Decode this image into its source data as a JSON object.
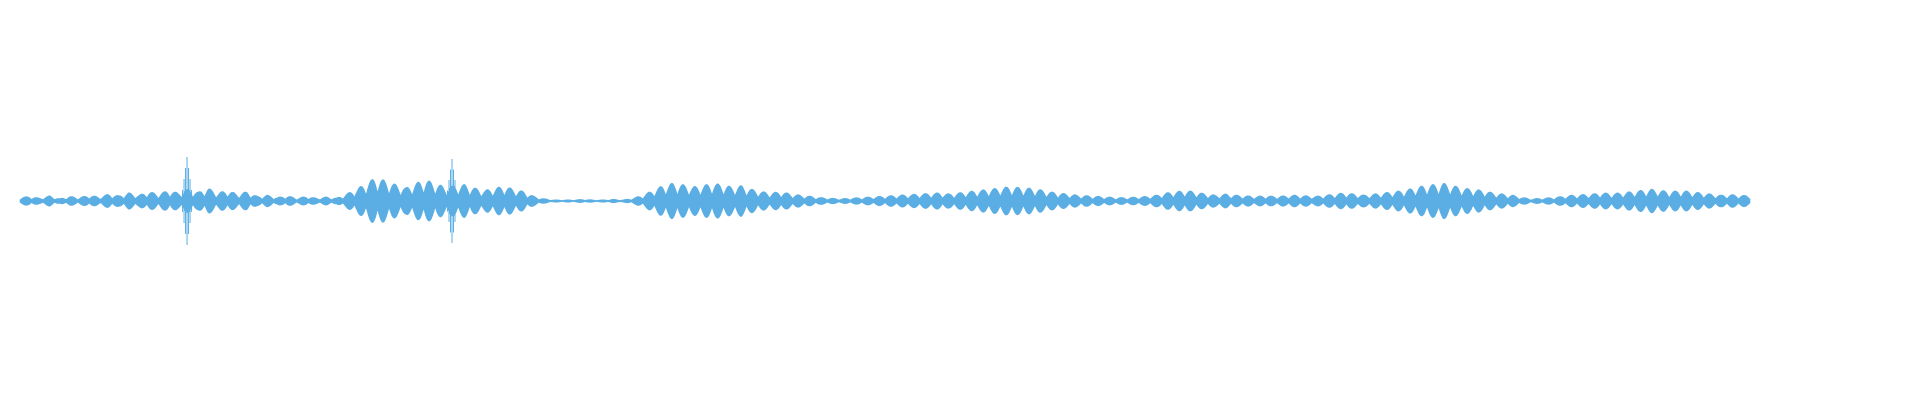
{
  "waveform": {
    "color": "#5aaee3",
    "background": "#ffffff",
    "transient_peaks": [
      {
        "t": 0.087,
        "amplitude": 0.88
      },
      {
        "t": 0.225,
        "amplitude": 0.84
      }
    ],
    "envelope_samples": [
      0.06,
      0.08,
      0.05,
      0.09,
      0.04,
      0.08,
      0.06,
      0.1,
      0.07,
      0.12,
      0.09,
      0.14,
      0.1,
      0.16,
      0.12,
      0.18,
      0.14,
      0.2,
      0.15,
      0.22,
      0.14,
      0.18,
      0.12,
      0.16,
      0.08,
      0.1,
      0.06,
      0.09,
      0.05,
      0.08,
      0.05,
      0.07,
      0.05,
      0.12,
      0.2,
      0.3,
      0.4,
      0.34,
      0.28,
      0.22,
      0.3,
      0.36,
      0.3,
      0.24,
      0.26,
      0.28,
      0.22,
      0.18,
      0.22,
      0.25,
      0.2,
      0.16,
      0.08,
      0.04,
      0.02,
      0.02,
      0.02,
      0.03,
      0.02,
      0.02,
      0.03,
      0.02,
      0.05,
      0.1,
      0.18,
      0.26,
      0.3,
      0.28,
      0.24,
      0.26,
      0.3,
      0.28,
      0.24,
      0.26,
      0.2,
      0.16,
      0.14,
      0.16,
      0.12,
      0.1,
      0.08,
      0.06,
      0.05,
      0.04,
      0.05,
      0.06,
      0.07,
      0.08,
      0.09,
      0.1,
      0.11,
      0.12,
      0.13,
      0.14,
      0.12,
      0.14,
      0.16,
      0.18,
      0.2,
      0.22,
      0.24,
      0.23,
      0.22,
      0.2,
      0.16,
      0.14,
      0.12,
      0.1,
      0.09,
      0.08,
      0.07,
      0.06,
      0.06,
      0.07,
      0.08,
      0.1,
      0.14,
      0.16,
      0.18,
      0.15,
      0.12,
      0.1,
      0.12,
      0.1,
      0.09,
      0.08,
      0.09,
      0.08,
      0.09,
      0.1,
      0.09,
      0.08,
      0.1,
      0.12,
      0.14,
      0.12,
      0.1,
      0.12,
      0.14,
      0.16,
      0.18,
      0.22,
      0.26,
      0.28,
      0.3,
      0.26,
      0.22,
      0.2,
      0.18,
      0.14,
      0.12,
      0.1,
      0.06,
      0.04,
      0.05,
      0.06,
      0.08,
      0.1,
      0.11,
      0.12,
      0.14,
      0.13,
      0.14,
      0.16,
      0.18,
      0.2,
      0.18,
      0.16,
      0.18,
      0.16,
      0.14,
      0.12,
      0.1,
      0.11,
      0.1,
      0.09
    ]
  }
}
